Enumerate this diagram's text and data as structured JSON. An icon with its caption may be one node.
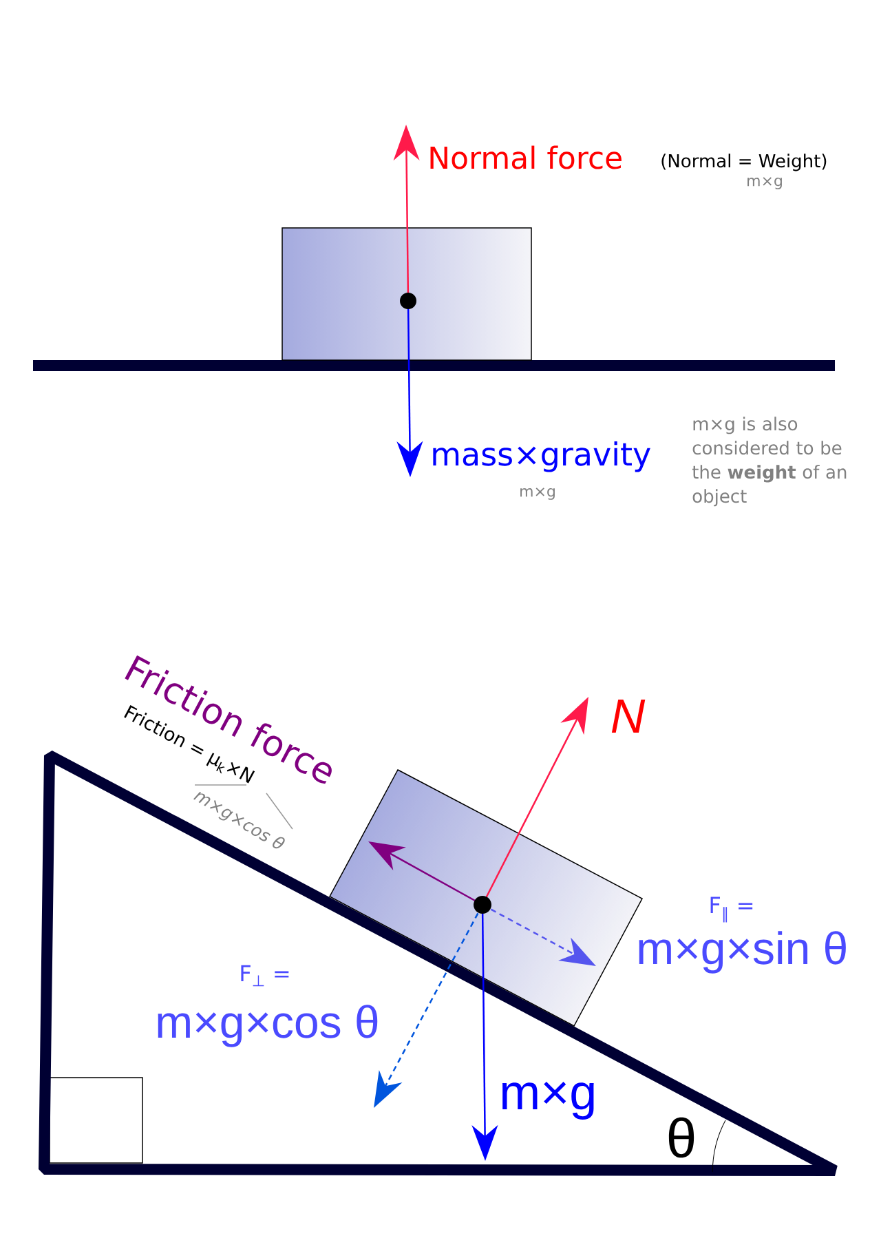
{
  "diagram": {
    "labels": [
      "Normal force",
      "(Normal = Weight)",
      "m×g",
      "mass×gravity",
      "m×g",
      "m×g is also considered to be the **weight** of an object",
      "Friction force",
      "Friction = μ$_{k}$×N",
      "m×g×cos θ",
      "N",
      "F$_{∥}$ =",
      "m×g×sin θ",
      "F$_{⊥}$ =",
      "m×g×cos θ",
      "m×g",
      "θ"
    ]
  }
}
